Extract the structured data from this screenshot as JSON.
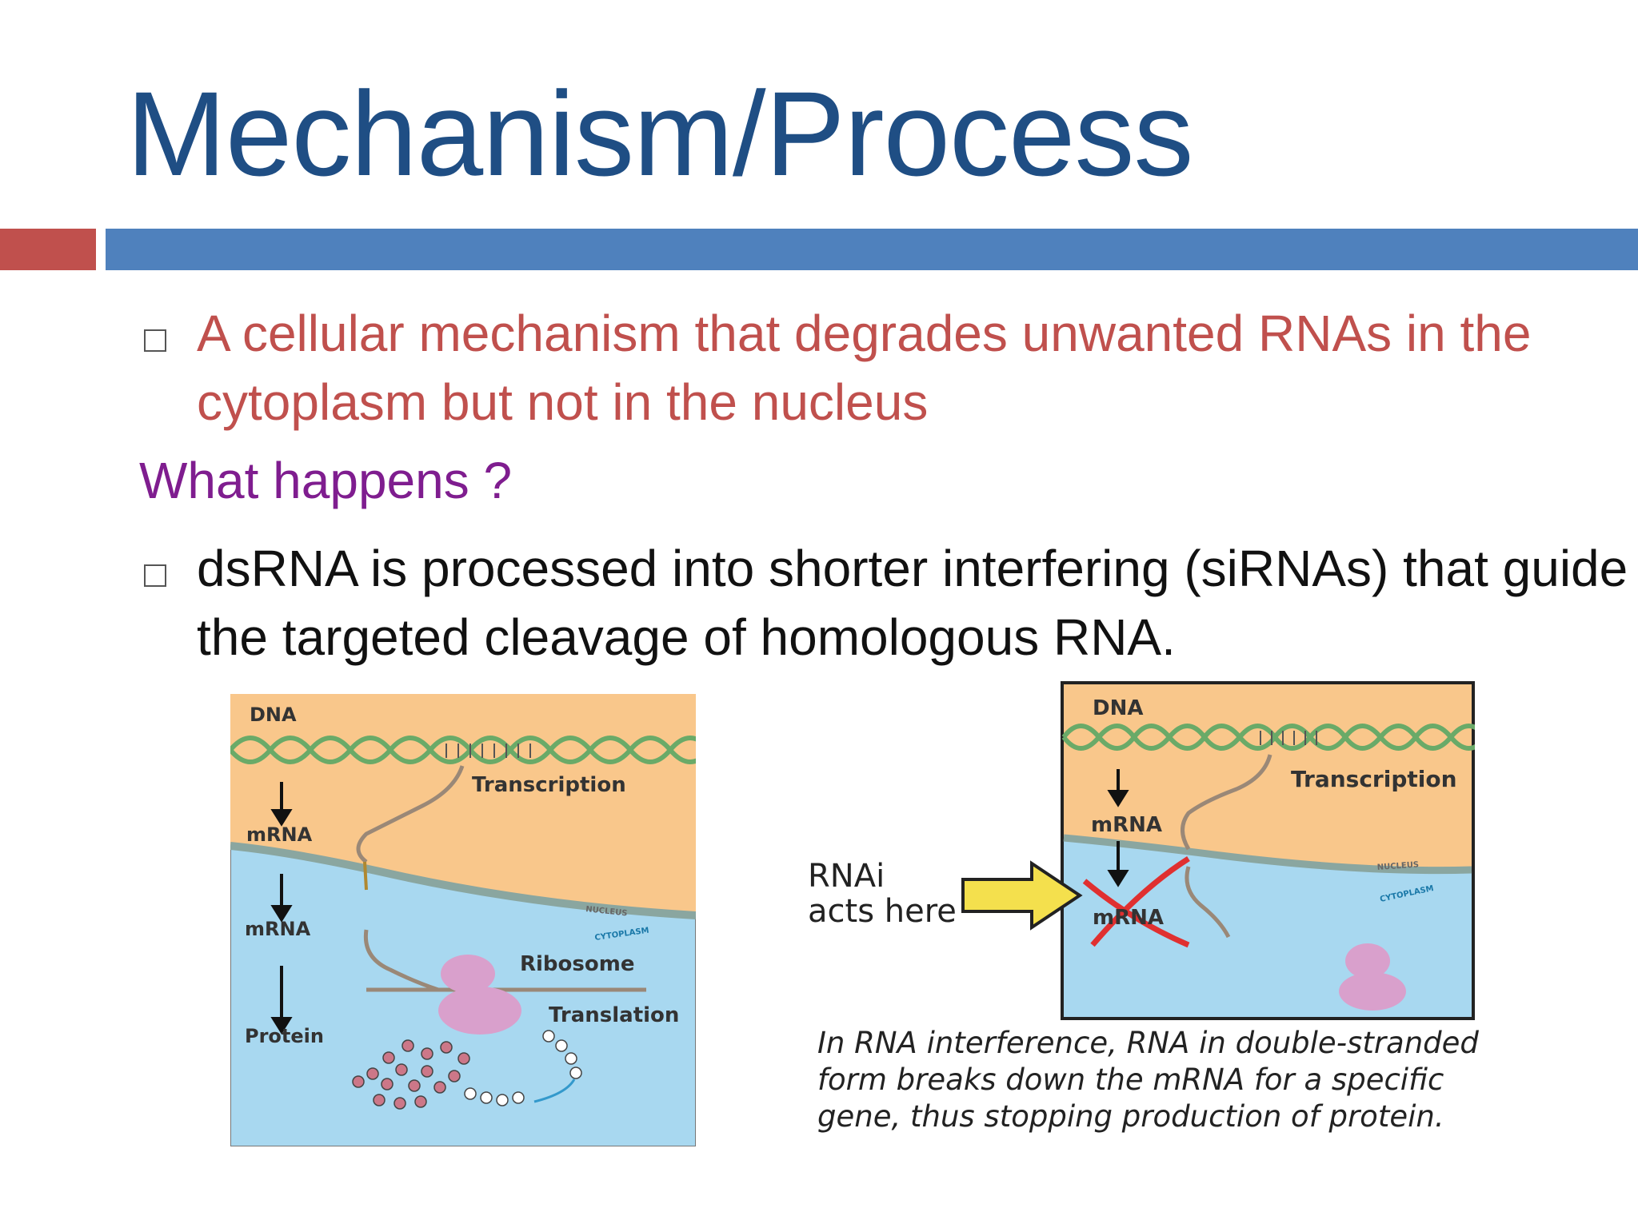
{
  "slide": {
    "title": "Mechanism/Process",
    "accent_red": "#c0504d",
    "accent_blue": "#4f81bd",
    "title_color": "#1f4e84"
  },
  "bullets": [
    {
      "text": "A cellular mechanism that degrades unwanted RNAs in the cytoplasm but not in the nucleus",
      "color": "#c0504d"
    },
    {
      "text": "dsRNA is processed into shorter interfering (siRNAs) that guide the targeted cleavage of homologous RNA.",
      "color": "#111111"
    }
  ],
  "subheading": "What happens ?",
  "diagram_left": {
    "labels": {
      "dna": "DNA",
      "transcription": "Transcription",
      "mrna_nucleus": "mRNA",
      "mrna_cytoplasm": "mRNA",
      "protein": "Protein",
      "nucleus": "NUCLEUS",
      "cytoplasm": "CYTOPLASM",
      "ribosome": "Ribosome",
      "translation": "Translation"
    }
  },
  "diagram_right": {
    "labels": {
      "dna": "DNA",
      "transcription": "Transcription",
      "mrna_nucleus": "mRNA",
      "mrna_cytoplasm": "mRNA",
      "nucleus": "NUCLEUS",
      "cytoplasm": "CYTOPLASM"
    },
    "rnai_label_line1": "RNAi",
    "rnai_label_line2": "acts here",
    "caption": "In RNA interference, RNA in double-stranded form breaks down the mRNA for a specific gene, thus stopping production of protein."
  },
  "colors": {
    "nucleus_fill": "#f9c78b",
    "cytoplasm_fill": "#a8d8f0",
    "helix": "#7cb87a",
    "ribosome": "#d9a0cc",
    "arrow_yellow": "#f4e04d",
    "cross_red": "#e03030"
  }
}
